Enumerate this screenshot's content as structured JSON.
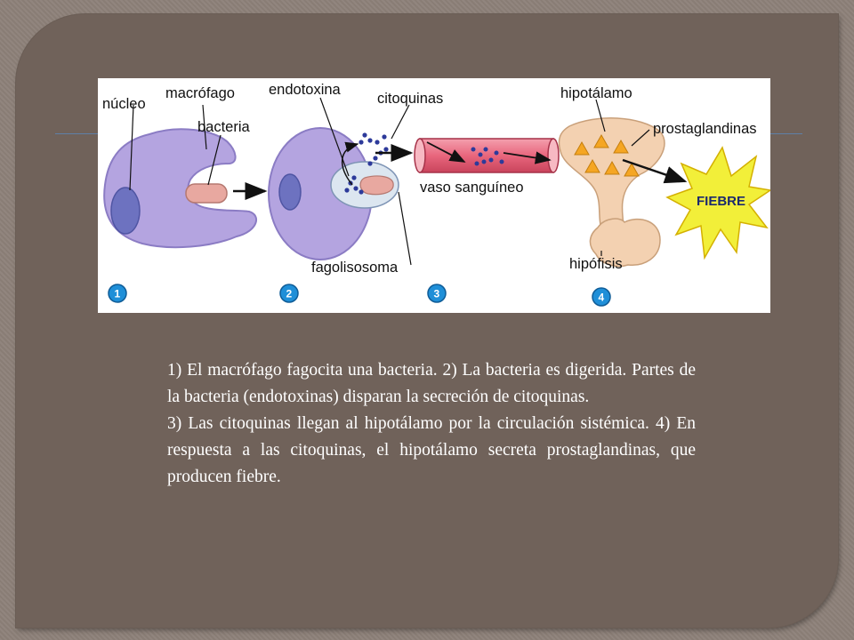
{
  "figure": {
    "labels": {
      "nucleo": "núcleo",
      "macrofago": "macrófago",
      "bacteria": "bacteria",
      "endotoxina": "endotoxina",
      "citoquinas": "citoquinas",
      "vaso": "vaso sanguíneo",
      "fagolisosoma": "fagolisosoma",
      "hipotalamo": "hipotálamo",
      "prostaglandinas": "prostaglandinas",
      "hipofisis": "hipófisis",
      "fiebre": "FIEBRE"
    },
    "step_numbers": [
      "1",
      "2",
      "3",
      "4"
    ]
  },
  "caption": {
    "paragraph1": "1) El macrófago fagocita una bacteria. 2) La bacteria es digerida. Partes de la bacteria (endotoxinas) disparan la secreción de citoquinas.",
    "paragraph2": "3) Las citoquinas llegan al hipotálamo por la circulación sistémica. 4) En respuesta a las citoquinas, el hipotálamo secreta prostaglandinas, que producen fiebre."
  },
  "colors": {
    "panel": "#70625a",
    "background": "#8d8179",
    "cell": "#b4a4e0",
    "nucleus": "#6d72c0",
    "vessel": "#e8667d",
    "gland": "#f3d1b1",
    "star": "#f2ef39",
    "badge": "#1f8fd8"
  }
}
